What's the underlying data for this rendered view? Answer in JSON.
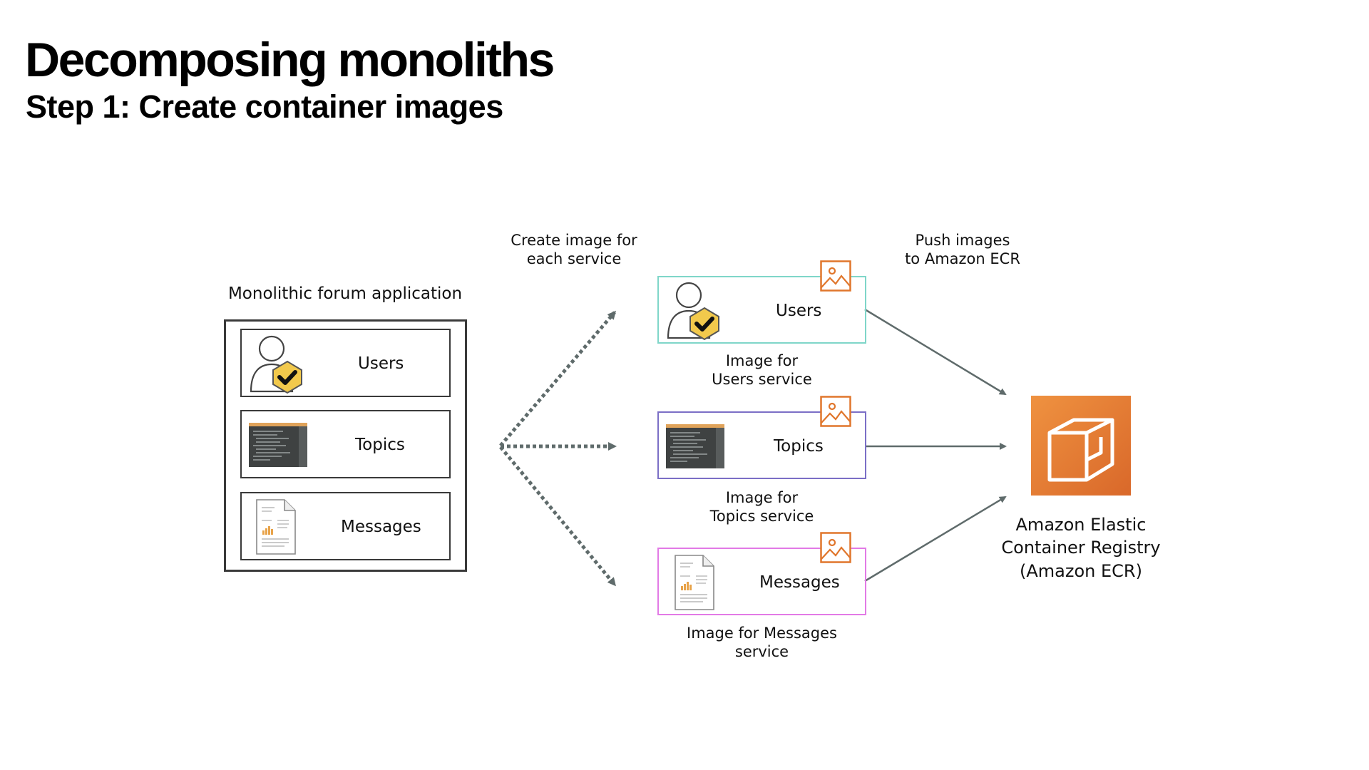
{
  "slide": {
    "title": "Decomposing monoliths",
    "subtitle": "Step 1: Create container images"
  },
  "monolith": {
    "label": "Monolithic forum application",
    "modules": [
      {
        "label": "Users",
        "icon": "user-shield-icon"
      },
      {
        "label": "Topics",
        "icon": "code-window-icon"
      },
      {
        "label": "Messages",
        "icon": "document-icon"
      }
    ]
  },
  "arrows": {
    "create_label_line1": "Create image for",
    "create_label_line2": "each service",
    "push_label_line1": "Push images",
    "push_label_line2": "to Amazon ECR"
  },
  "images": [
    {
      "label": "Users",
      "caption_line1": "Image for",
      "caption_line2": "Users service",
      "border_color": "#7fd6c9",
      "icon": "user-shield-icon"
    },
    {
      "label": "Topics",
      "caption_line1": "Image for",
      "caption_line2": "Topics service",
      "border_color": "#7b6fc6",
      "icon": "code-window-icon"
    },
    {
      "label": "Messages",
      "caption_line1": "Image for Messages",
      "caption_line2": "service",
      "border_color": "#e27ae6",
      "icon": "document-icon"
    }
  ],
  "ecr": {
    "line1": "Amazon Elastic",
    "line2": "Container Registry",
    "line3": "(Amazon ECR)",
    "icon": "ecr-icon",
    "color": "#e0762c"
  },
  "colors": {
    "image_badge": "#e0762c",
    "arrow": "#5f6b6b",
    "shield": "#f2c94c"
  }
}
